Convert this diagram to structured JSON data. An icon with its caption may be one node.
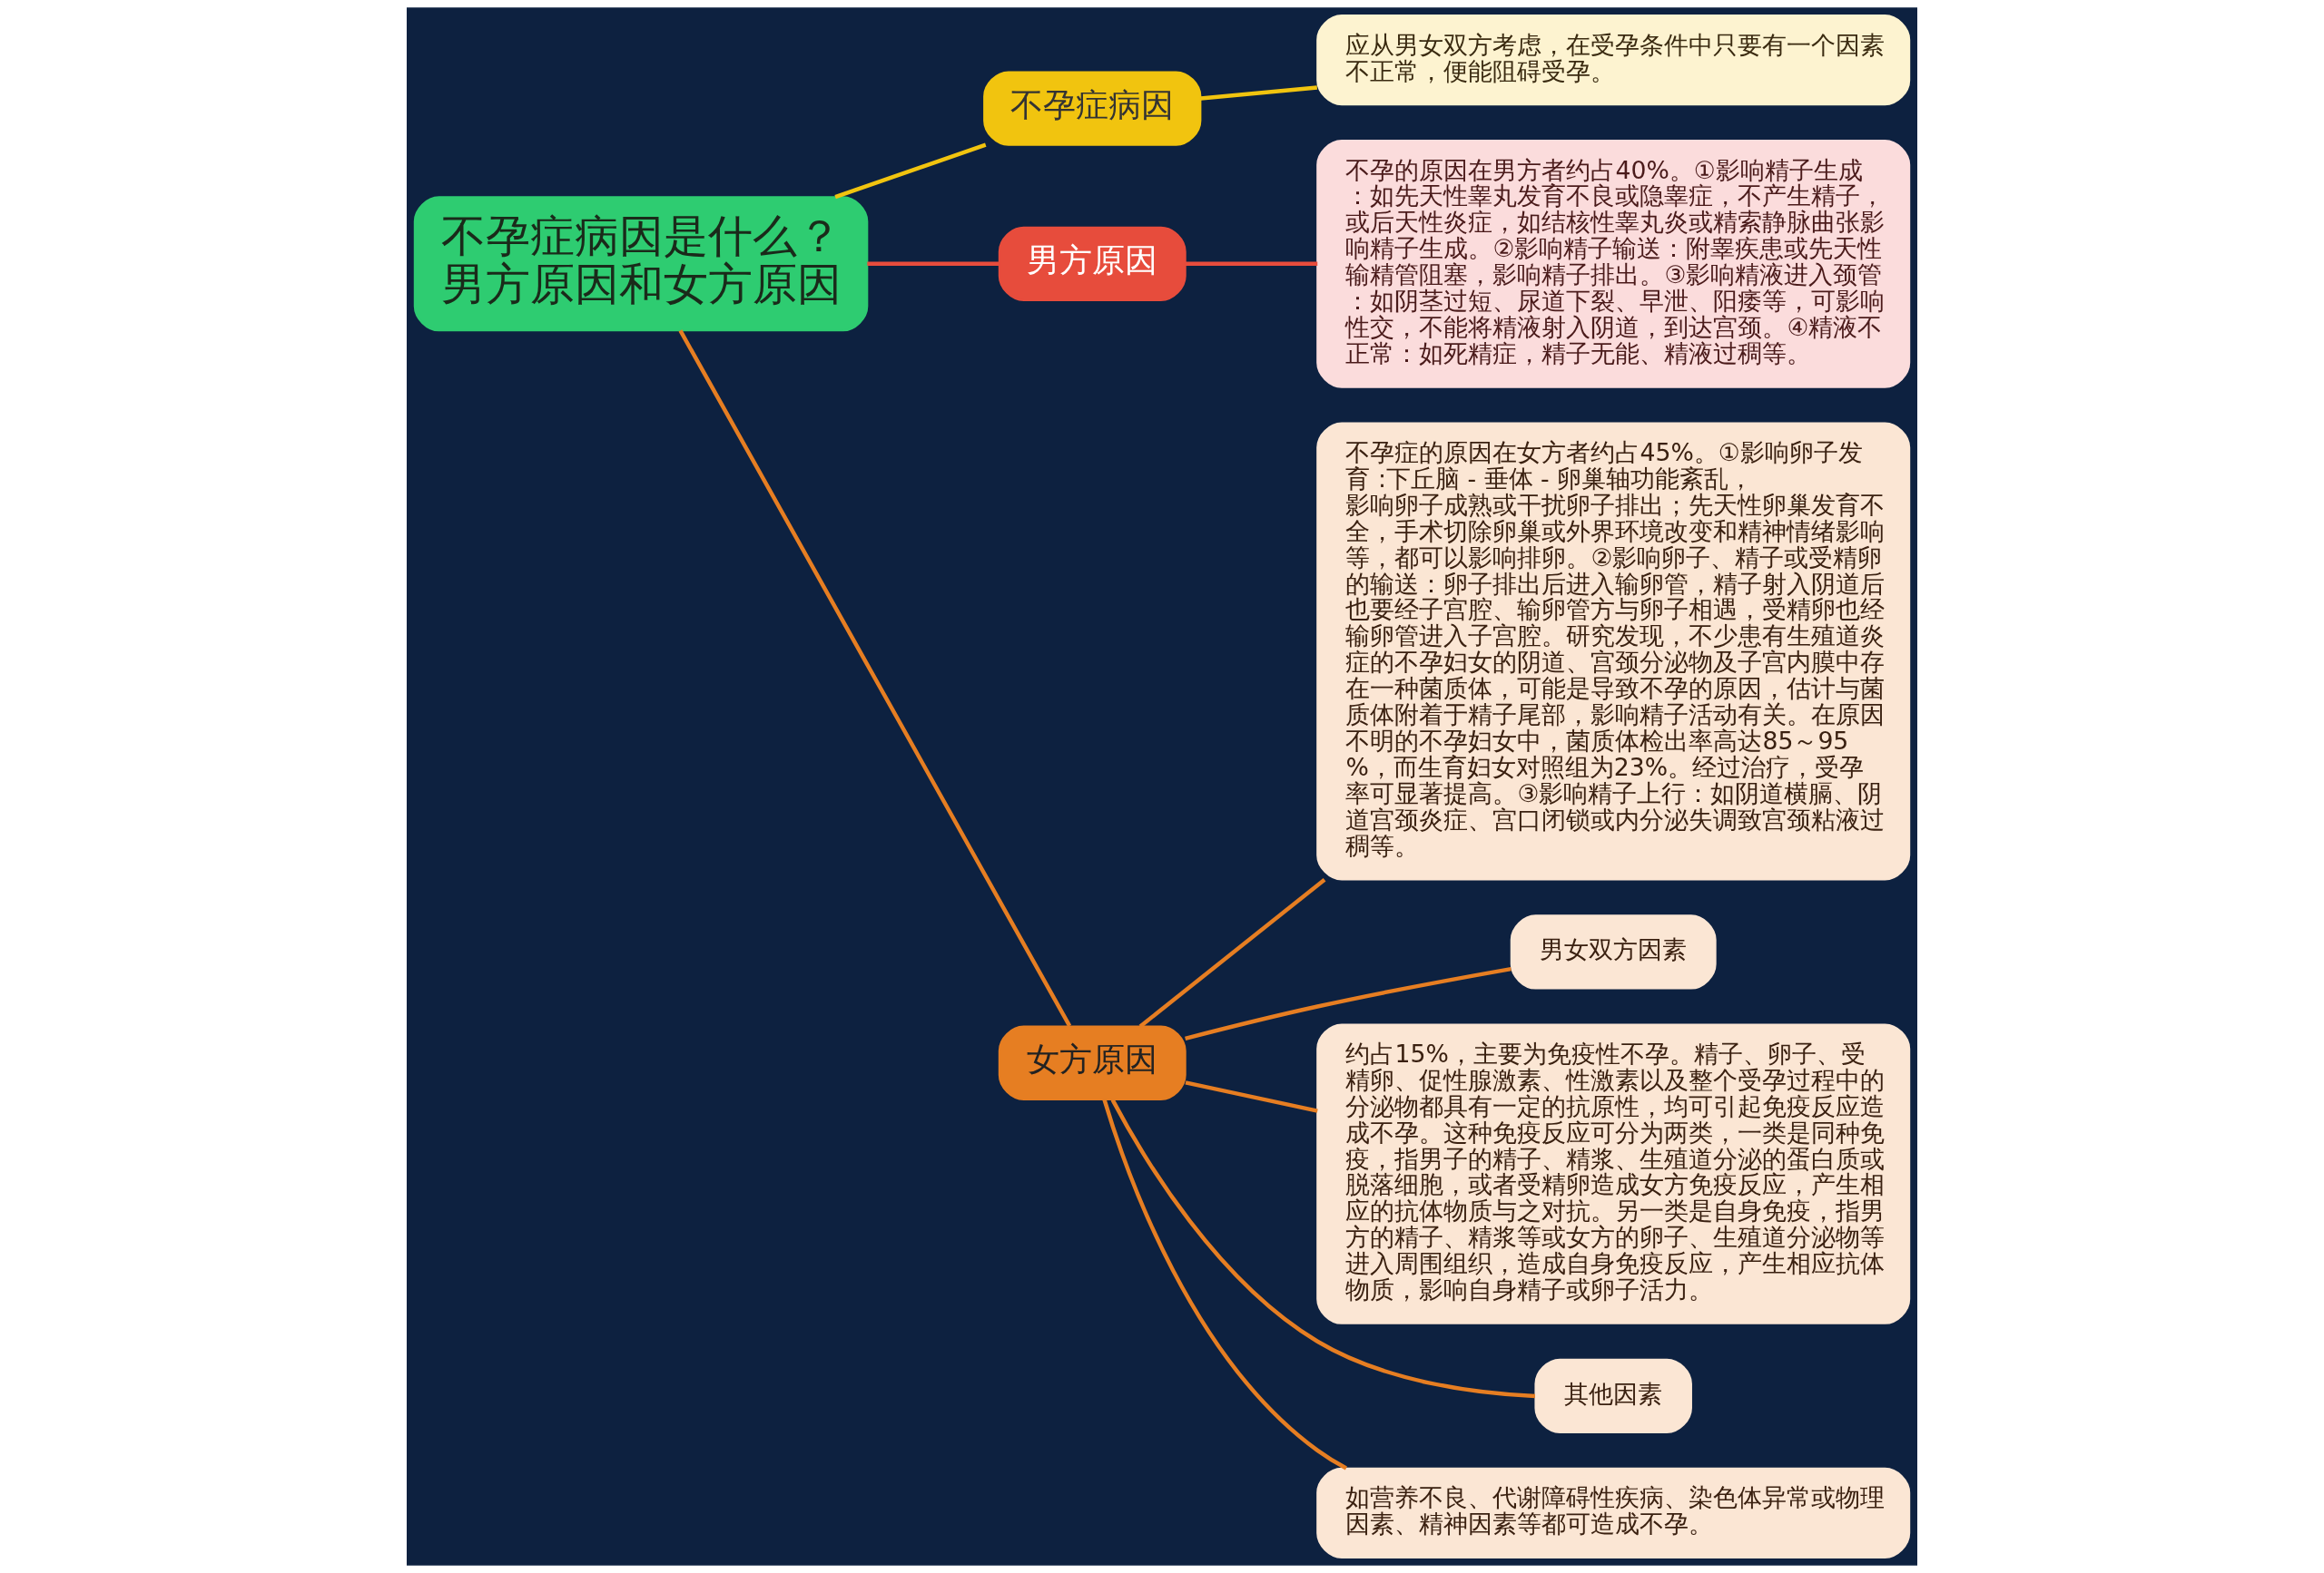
{
  "diagram": {
    "nodes": [
      {
        "text": [
          "不孕症病因是什么？男方原因和女方原因"
        ]
      },
      {
        "text": [
          "不孕症病因"
        ]
      },
      {
        "text": [
          "应从男女双方考虑，在受孕条件中只要有一个因素不正常，便能阻碍受孕。"
        ]
      },
      {
        "text": [
          "男方原因"
        ]
      },
      {
        "text": [
          "不孕的原因在男方者约占40%。①影响精子生成：如先天性睾丸发育不良或隐睾症，不产生精子，或后天性炎症，如结核性睾丸炎或精索静脉曲张影响精子生成。②影响精子输送：附睾疾患或先天性输精管阻塞，影响精子排出。③影响精液进入颈管：如阴茎过短、尿道下裂、早泄、阳痿等，可影响性交，不能将精液射入阴道，到达宫颈。④精液不正常：如死精症，精子无能、精液过稠等。"
        ]
      },
      {
        "text": [
          "女方原因"
        ]
      },
      {
        "text": [
          "不孕症的原因在女方者约占45%。①影响卵子发育 :下丘脑 - 垂体 - 卵巢轴功能紊乱，影响卵子成熟或干扰卵子排出；先天性卵巢发育不全，手术切除卵巢或外界环境改变和精神情绪影响等，都可以影响排卵。②影响卵子、精子或受精卵的输送：卵子排出后进入输卵管，精子射入阴道后也要经子宫腔、输卵管方与卵子相遇，受精卵也经输卵管进入子宫腔。研究发现，不少患有生殖道炎症的不孕妇女的阴道、宫颈分泌物及子宫内膜中存在一种菌质体，可能是导致不孕的原因，估计与菌质体附着于精子尾部，影响精子活动有关。在原因不明的不孕妇女中，菌质体检出率高达85～95%，而生育妇女对照组为23%。经过治疗，受孕率可显著提高。③影响精子上行：如阴道横膈、阴道宫颈炎症、宫口闭锁或内分泌失调致宫颈粘液过稠等。"
        ]
      },
      {
        "text": [
          "男女双方因素"
        ]
      },
      {
        "text": [
          "约占15%，主要为免疫性不孕。精子、卵子、受精卵、促性腺激素、性激素以及整个受孕过程中的分泌物都具有一定的抗原性，均可引起免疫反应造成不孕。这种免疫反应可分为两类，一类是同种免疫，指男子的精子、精浆、生殖道分泌的蛋白质或脱落细胞，或者受精卵造成女方免疫反应，产生相应的抗体物质与之对抗。另一类是自身免疫，指男方的精子、精浆等或女方的卵子、生殖道分泌物等进入周围组织，造成自身免疫反应，产生相应抗体物质，影响自身精子或卵子活力。"
        ]
      },
      {
        "text": [
          "其他因素"
        ]
      },
      {
        "text": [
          "如营养不良、代谢障碍性疾病、染色体异常或物理因素、精神因素等都可造成不孕。"
        ]
      }
    ],
    "edges": [
      {
        "from": 0,
        "to": 1,
        "arrow": "none",
        "color": "#f1c40f"
      },
      {
        "from": 1,
        "to": 2,
        "arrow": "none",
        "color": "#f1c40f"
      },
      {
        "from": 0,
        "to": 3,
        "arrow": "none",
        "color": "#e74c3c"
      },
      {
        "from": 3,
        "to": 4,
        "arrow": "none",
        "color": "#e74c3c"
      },
      {
        "from": 0,
        "to": 5,
        "arrow": "none"
      },
      {
        "from": 5,
        "to": 6,
        "arrow": "none"
      },
      {
        "from": 5,
        "to": 7,
        "arrow": "none"
      },
      {
        "from": 5,
        "to": 8,
        "arrow": "none"
      },
      {
        "from": 5,
        "to": 9,
        "arrow": "none"
      },
      {
        "from": 5,
        "to": 10,
        "arrow": "none"
      }
    ]
  }
}
